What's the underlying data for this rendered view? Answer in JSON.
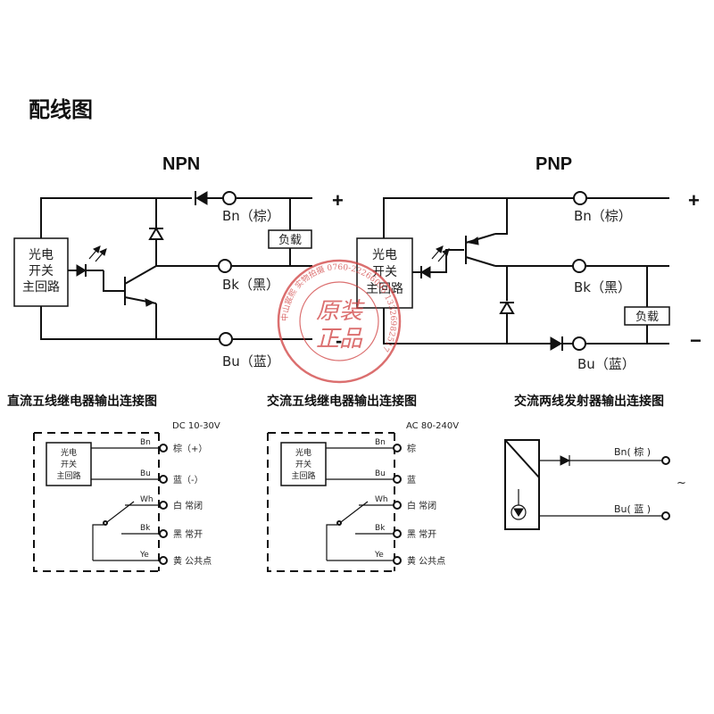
{
  "page_title": "配线图",
  "npn": {
    "title": "NPN",
    "plus": "+",
    "minus": "-",
    "block": [
      "光电",
      "开关",
      "主回路"
    ],
    "bn": "Bn（棕）",
    "bk": "Bk（黑）",
    "bu": "Bu（蓝）",
    "load": "负载"
  },
  "pnp": {
    "title": "PNP",
    "plus": "+",
    "minus": "−",
    "block": [
      "光电",
      "开关",
      "主回路"
    ],
    "bn": "Bn（棕）",
    "bk": "Bk（黑）",
    "bu": "Bu（蓝）",
    "load": "负载"
  },
  "dc_relay": {
    "title": "直流五线继电器输出连接图",
    "voltage": "DC 10-30V",
    "block": [
      "光电",
      "开关",
      "主回路"
    ],
    "pins": [
      "Bn",
      "Bu",
      "Wh",
      "Bk",
      "Ye"
    ],
    "labels": [
      "棕（+）",
      "蓝（-）",
      "白 常闭",
      "黑 常开",
      "黄 公共点"
    ]
  },
  "ac_relay": {
    "title": "交流五线继电器输出连接图",
    "voltage": "AC 80-240V",
    "block": [
      "光电",
      "开关",
      "主回路"
    ],
    "pins": [
      "Bn",
      "Bu",
      "Wh",
      "Bk",
      "Ye"
    ],
    "labels": [
      "棕",
      "蓝",
      "白 常闭",
      "黑 常开",
      "黄 公共点"
    ]
  },
  "ac_two_wire": {
    "title": "交流两线发射器输出连接图",
    "bn": "Bn( 棕 )",
    "bu": "Bu( 蓝 )",
    "tilde": "~"
  },
  "stamp": {
    "center_top": "原装",
    "center_bottom": "正品",
    "ring_text": "中山宸熙 实物拍摄 0760-22266096 13326982517"
  },
  "colors": {
    "ink": "#111111",
    "stamp": "#d04040"
  }
}
